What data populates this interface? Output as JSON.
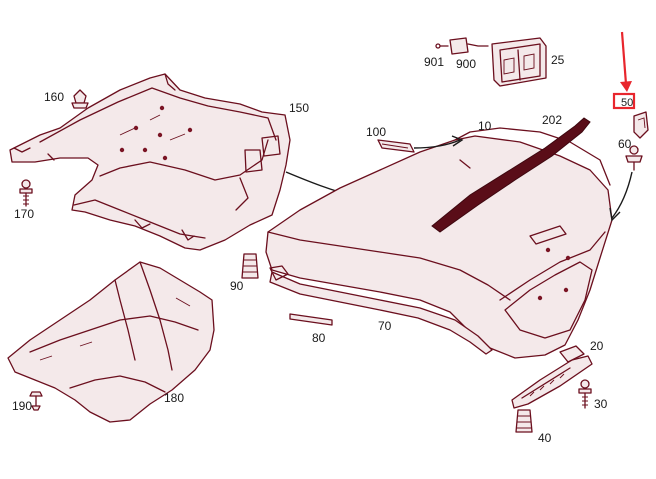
{
  "diagram": {
    "part_numbers": {
      "p10": "10",
      "p20": "20",
      "p25": "25",
      "p30": "30",
      "p40": "40",
      "p50": "50",
      "p60": "60",
      "p70": "70",
      "p80": "80",
      "p90": "90",
      "p100": "100",
      "p150": "150",
      "p160": "160",
      "p170": "170",
      "p180": "180",
      "p190": "190",
      "p202": "202",
      "p900": "900",
      "p901": "901"
    },
    "highlighted_part": "50",
    "colors": {
      "line": "#6b0f1e",
      "highlight": "#e8262d",
      "label": "#1a1a1a"
    }
  }
}
